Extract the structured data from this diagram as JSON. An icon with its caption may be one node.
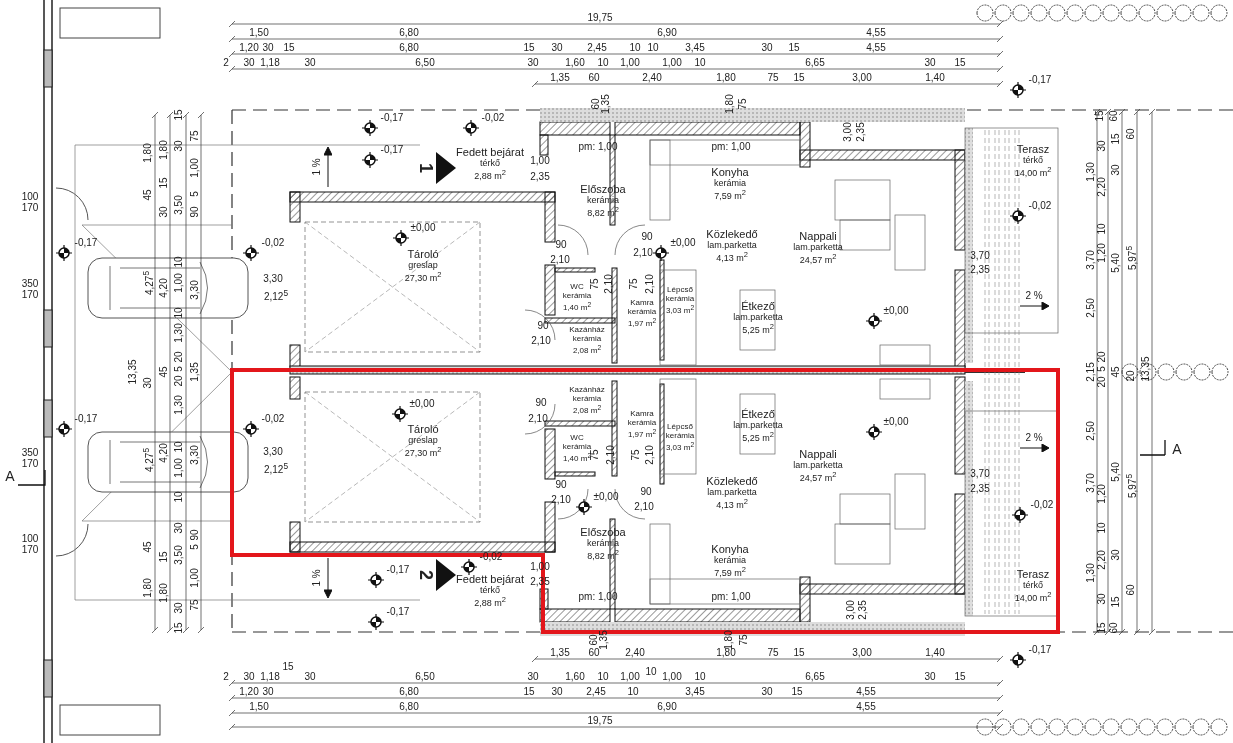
{
  "diagram": {
    "nodes": [
      {
        "text": [
          "Fedett bejárat",
          "térkő",
          "2,88 m$^{2}$"
        ]
      },
      {
        "text": [
          "Terasz",
          "térkő",
          "14,00 m$^{2}$"
        ]
      },
      {
        "text": [
          "Konyha",
          "kerámia",
          "7,59 m$^{2}$"
        ]
      },
      {
        "text": [
          "Előszoba",
          "kerámia",
          "8,82 m$^{2}$"
        ]
      },
      {
        "text": [
          "Közlekedő",
          "lam.parketta",
          "4,13 m$^{2}$"
        ]
      },
      {
        "text": [
          "Nappali",
          "lam.parketta",
          "24,57 m$^{2}$"
        ]
      },
      {
        "text": [
          "Tároló",
          "greslap",
          "27,30 m$^{2}$"
        ]
      },
      {
        "text": [
          "WC",
          "kerámia",
          "1,40 m$^{2}$"
        ]
      },
      {
        "text": [
          "Lépcső",
          "kerámia",
          "3,03 m$^{2}$"
        ]
      },
      {
        "text": [
          "Kamra",
          "kerámia",
          "1,97 m$^{2}$"
        ]
      },
      {
        "text": [
          "Étkező",
          "lam.parketta",
          "5,25 m$^{2}$"
        ]
      },
      {
        "text": [
          "Kazánház",
          "kerámia",
          "2,08 m$^{2}$"
        ]
      },
      {
        "text": [
          "Kazánház",
          "kerámia",
          "2,08 m$^{2}$"
        ]
      },
      {
        "text": [
          "Kamra",
          "kerámia",
          "1,97 m$^{2}$"
        ]
      },
      {
        "text": [
          "Étkező",
          "lam.parketta",
          "5,25 m$^{2}$"
        ]
      },
      {
        "text": [
          "Tároló",
          "greslap",
          "27,30 m$^{2}$"
        ]
      },
      {
        "text": [
          "Lépcső",
          "kerámia",
          "3,03 m$^{2}$"
        ]
      },
      {
        "text": [
          "WC",
          "kerámia",
          "1,40 m$^{2}$"
        ]
      },
      {
        "text": [
          "Nappali",
          "lam.parketta",
          "24,57 m$^{2}$"
        ]
      },
      {
        "text": [
          "Közlekedő",
          "lam.parketta",
          "4,13 m$^{2}$"
        ]
      },
      {
        "text": [
          "Előszoba",
          "kerámia",
          "8,82 m$^{2}$"
        ]
      },
      {
        "text": [
          "Konyha",
          "kerámia",
          "7,59 m$^{2}$"
        ]
      },
      {
        "text": [
          "Fedett bejárat",
          "térkő",
          "2,88 m$^{2}$"
        ]
      },
      {
        "text": [
          "Terasz",
          "térkő",
          "14,00 m$^{2}$"
        ]
      }
    ],
    "labels": [
      "19,75",
      "1,50",
      "6,80",
      "6,90",
      "4,55",
      "1,20",
      "30",
      "15",
      "6,80",
      "15",
      "30",
      "2,45",
      "10",
      "10",
      "3,45",
      "30",
      "15",
      "4,55",
      "2",
      "30",
      "1,18",
      "30",
      "6,50",
      "30",
      "1,60",
      "10",
      "1,00",
      "1,00",
      "10",
      "6,65",
      "30",
      "15",
      "1,35",
      "60",
      "2,40",
      "1,80",
      "75",
      "15",
      "3,00",
      "1,40",
      "60",
      "1,35",
      "1,80",
      "75",
      "3,00",
      "2,35",
      "100",
      "170",
      "350",
      "170",
      "350",
      "170",
      "100",
      "170",
      "A",
      "1,80",
      "45",
      "4,27$^{5}$",
      "30",
      "4,27$^{5}$",
      "45",
      "1,80",
      "13,35",
      "1,80",
      "15",
      "30",
      "4,20",
      "45",
      "4,20",
      "15",
      "1,80",
      "15",
      "30",
      "3,50",
      "10",
      "1,00",
      "10",
      "1,30",
      "20",
      "5",
      "20",
      "1,30",
      "10",
      "1,00",
      "10",
      "30",
      "3,50",
      "30",
      "15",
      "75",
      "1,00",
      "5",
      "90",
      "3,30",
      "1,35",
      "3,30",
      "90",
      "5",
      "1,00",
      "75",
      "-0,17",
      "-0,02",
      "3,30",
      "2,12$^{5}$",
      "-0,17",
      "-0,02",
      "3,30",
      "2,12$^{5}$",
      "-0,17",
      "-0,17",
      "-0,02",
      "1 %",
      "1",
      "1,00",
      "2,35",
      "pm: 1,00",
      "pm: 1,00",
      "±0,00",
      "90",
      "2,10",
      "90",
      "2,10",
      "±0,00",
      "75",
      "2,10",
      "75",
      "2,10",
      "90",
      "2,10",
      "±0,00",
      "90",
      "2,10",
      "±0,00",
      "75",
      "2,10",
      "75",
      "2,10",
      "±0,00",
      "90",
      "2,10",
      "±0,00",
      "90",
      "2,10",
      "-0,02",
      "2",
      "1,00",
      "2,35",
      "1 %",
      "-0,17",
      "-0,17",
      "pm: 1,00",
      "pm: 1,00",
      "3,00",
      "2,35",
      "3,70",
      "2,35",
      "-0,17",
      "-0,02",
      "2 %",
      "2 %",
      "3,70",
      "2,35",
      "-0,02",
      "-0,17",
      "15",
      "60",
      "30",
      "15",
      "60",
      "1,30",
      "30",
      "2,20",
      "10",
      "3,70",
      "1,20",
      "5,40",
      "5,97$^{5}$",
      "2,50",
      "2,15",
      "20",
      "5",
      "20",
      "45",
      "20",
      "13,35",
      "2,50",
      "3,70",
      "1,20",
      "5,40",
      "5,97$^{5}$",
      "10",
      "30",
      "2,20",
      "1,30",
      "60",
      "30",
      "15",
      "15",
      "60",
      "A",
      "60",
      "1,35",
      "1,80",
      "75",
      "15",
      "10",
      "1,35",
      "60",
      "2,40",
      "1,80",
      "75",
      "15",
      "3,00",
      "1,40",
      "2",
      "30",
      "1,18",
      "30",
      "6,50",
      "30",
      "1,60",
      "10",
      "1,00",
      "1,00",
      "10",
      "6,65",
      "30",
      "15",
      "1,20",
      "30",
      "6,80",
      "15",
      "30",
      "2,45",
      "10",
      "3,45",
      "30",
      "15",
      "4,55",
      "1,50",
      "6,80",
      "6,90",
      "4,55",
      "19,75"
    ]
  }
}
